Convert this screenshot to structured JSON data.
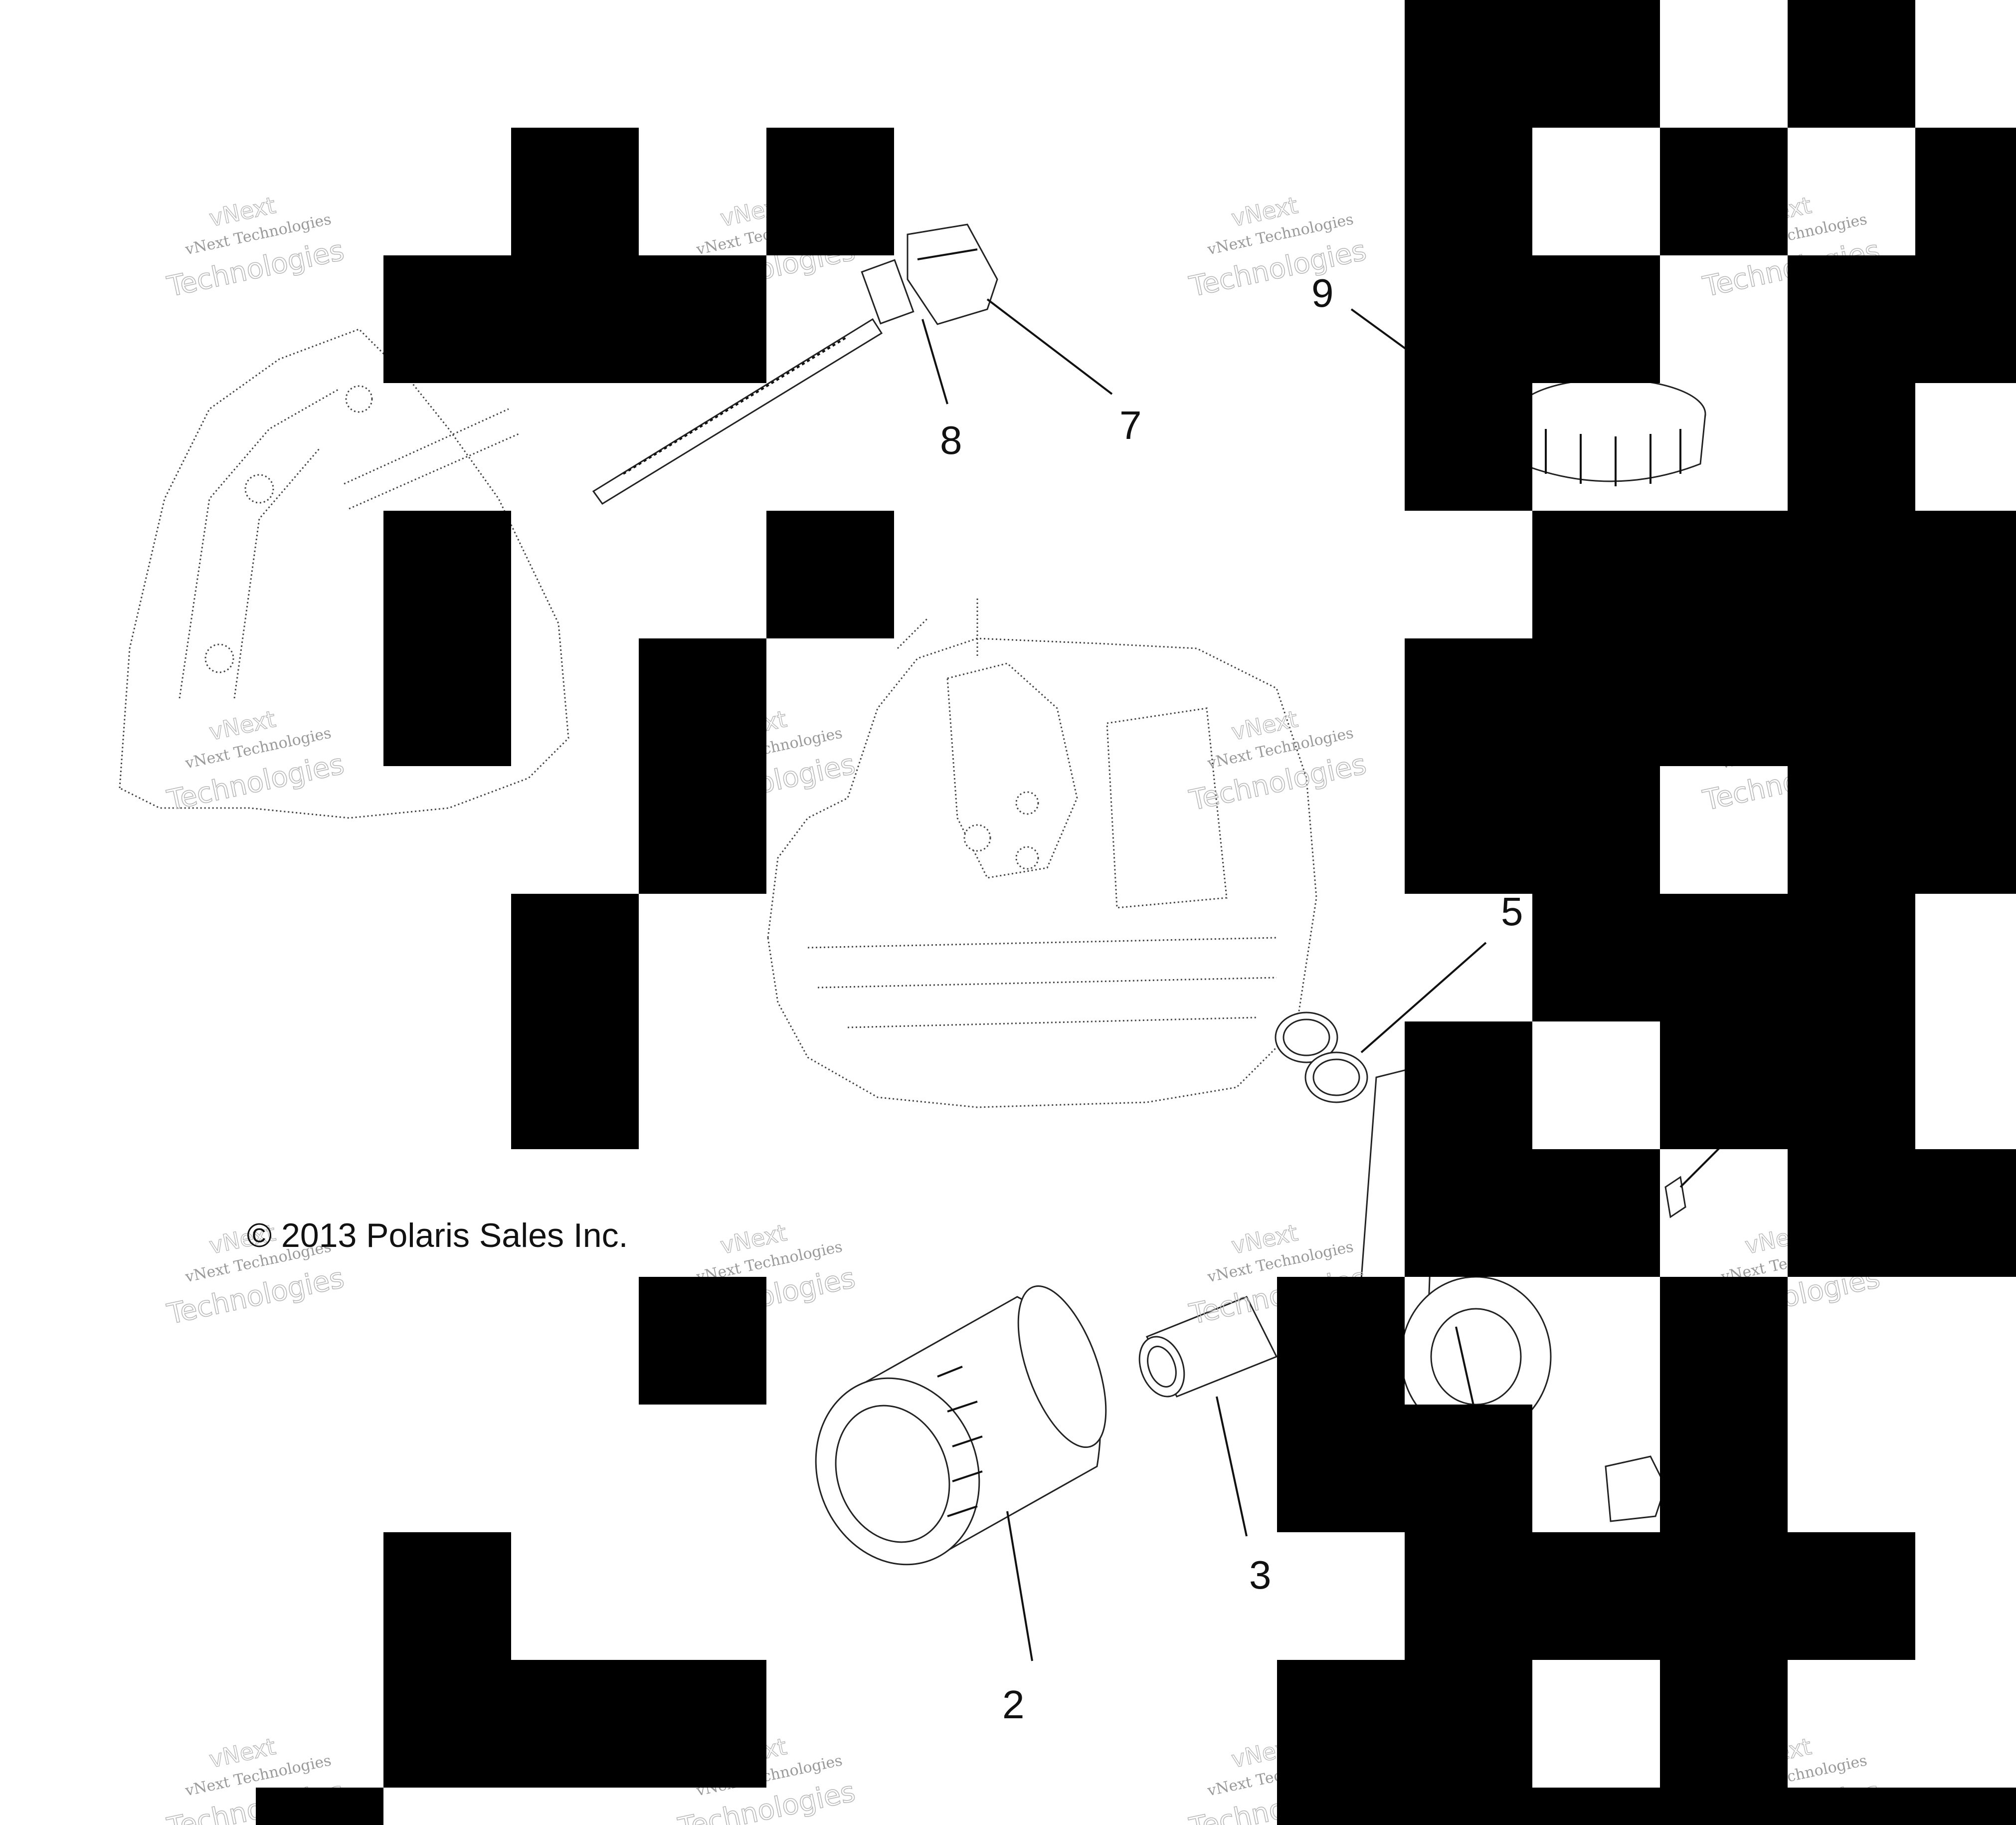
{
  "diagram": {
    "copyright": "© 2013 Polaris Sales Inc.",
    "callouts": [
      "2",
      "3",
      "5",
      "7",
      "8",
      "9"
    ],
    "watermark": {
      "line1": "vNext Technologies",
      "line2": "vNext",
      "line3": "Technologies"
    }
  },
  "colors": {
    "ink": "#111111",
    "redaction": "#000000",
    "paper": "#ffffff"
  }
}
